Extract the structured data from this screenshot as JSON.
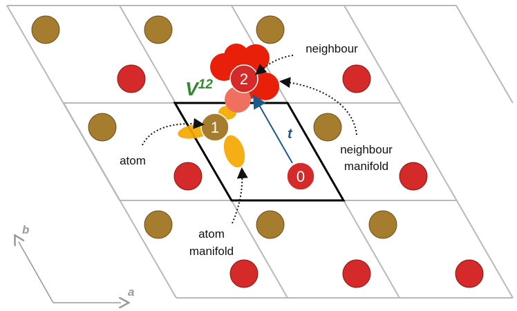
{
  "labels": {
    "neighbour": "neighbour",
    "neighbour_manifold_line1": "neighbour",
    "neighbour_manifold_line2": "manifold",
    "atom": "atom",
    "atom_manifold_line1": "atom",
    "atom_manifold_line2": "manifold",
    "vector_t": "t",
    "coupling_base": "V",
    "coupling_sup": "12",
    "axis_a": "a",
    "axis_b": "b"
  },
  "site_numbers": {
    "origin": "0",
    "atom": "1",
    "neighbour": "2"
  },
  "colors": {
    "grid": "#b8b8b8",
    "brown_site": "#a67c2e",
    "red_site": "#d42a2a",
    "atom_manifold": "#f5a800",
    "neighbour_manifold": "#e8200a",
    "overlap": "#f07060",
    "vector_t": "#1d5a8c",
    "coupling_label": "#2e8b2e",
    "axis": "#9a9a9a",
    "unit_cell": "#000000"
  },
  "icons": [
    "axis-a-arrow-icon",
    "axis-b-arrow-icon",
    "vector-t-arrow-icon"
  ]
}
